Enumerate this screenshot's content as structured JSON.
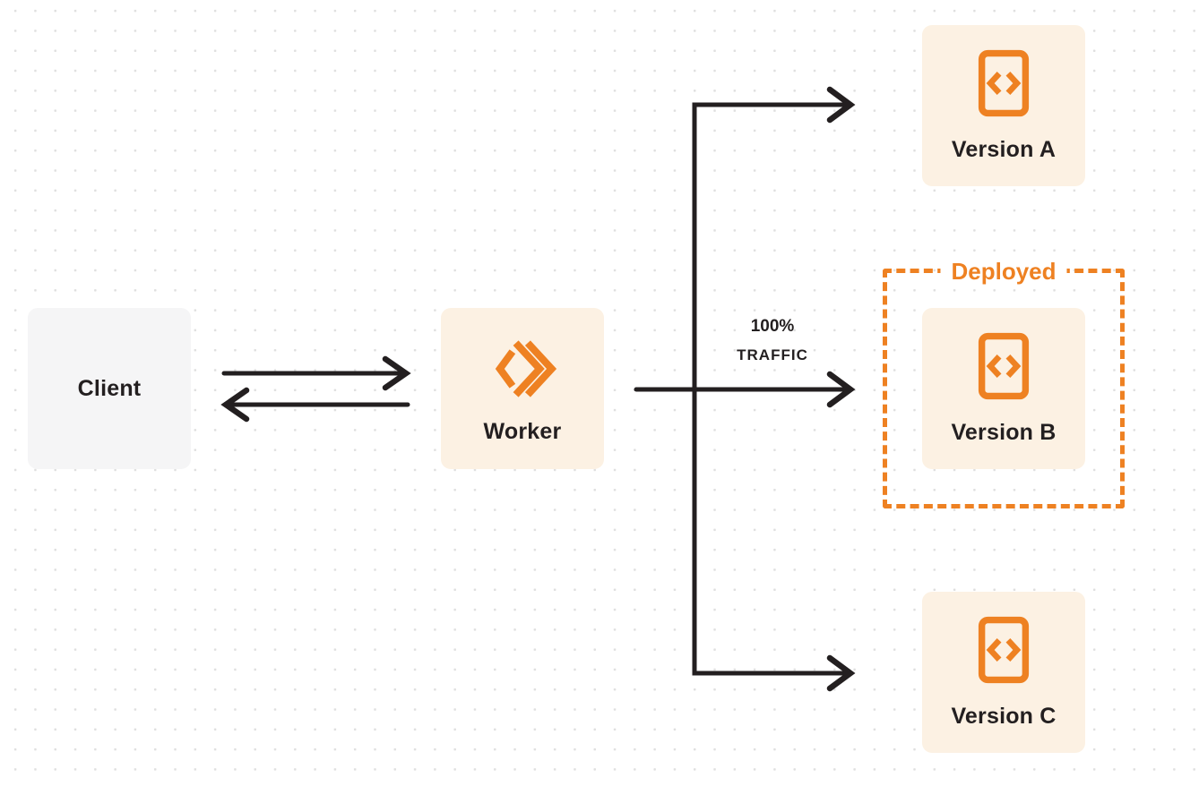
{
  "diagram": {
    "nodes": {
      "client": {
        "label": "Client"
      },
      "worker": {
        "label": "Worker",
        "icon": "worker-double-chevron-icon"
      },
      "version_a": {
        "label": "Version A",
        "icon": "code-file-icon"
      },
      "version_b": {
        "label": "Version B",
        "icon": "code-file-icon"
      },
      "version_c": {
        "label": "Version C",
        "icon": "code-file-icon"
      }
    },
    "deployed_group": {
      "label": "Deployed"
    },
    "traffic_label": {
      "line1": "100%",
      "line2": "TRAFFIC"
    },
    "colors": {
      "accent_orange": "#EE8122",
      "cream_node_bg": "#FCF1E3",
      "gray_node_bg": "#F5F5F6",
      "edge_dark": "#231F20",
      "grid_dot": "#DFDFDF",
      "canvas_bg": "#FFFFFF"
    }
  }
}
